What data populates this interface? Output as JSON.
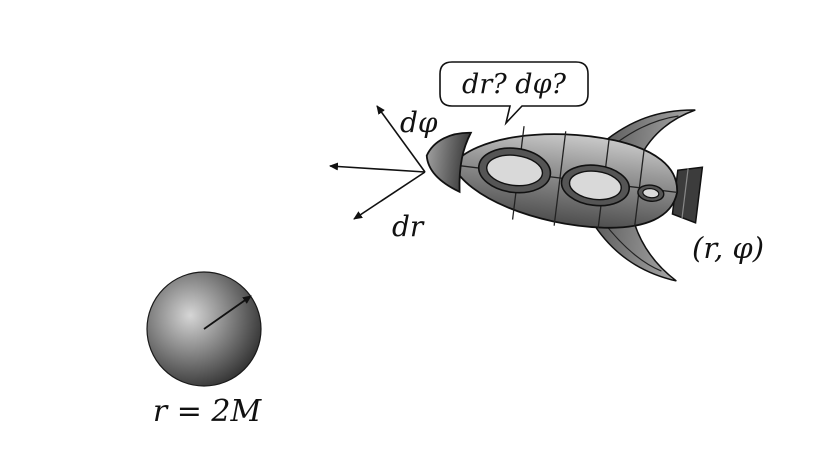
{
  "diagram": {
    "speech_bubble": "dr? dφ?",
    "label_dphi": "dφ",
    "label_dr": "dr",
    "label_position": "(r, φ)",
    "label_horizon": "r = 2M"
  },
  "colors": {
    "ink": "#111111",
    "hull_dark": "#4a4a4a",
    "hull_light": "#c8c8c8",
    "window": "#d9d9d9"
  },
  "icons": {
    "rocket": "rocket-icon",
    "black_hole": "black-hole-sphere"
  }
}
